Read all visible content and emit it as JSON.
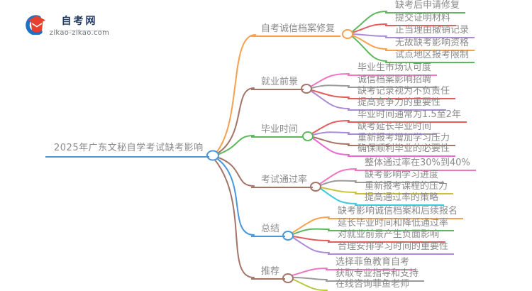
{
  "site": {
    "logo_text": "自考网",
    "logo_domain": "zikao-zikao.com",
    "brand_red": "#e8402f",
    "brand_blue": "#1e71c5",
    "brand_navy": "#21395c"
  },
  "palette": {
    "orange": "#f7a14e",
    "brown": "#a27567",
    "green": "#5cb85c",
    "blue": "#4a97d9",
    "red": "#e45c5c",
    "purple": "#ab8bd6",
    "pink": "#f074c2",
    "magenta": "#e96ad0",
    "gray": "#9b9b9b",
    "cyan": "#3ec9dd",
    "olive": "#c9c23b",
    "yellowgreen": "#b7c93e"
  },
  "mindmap": {
    "central": {
      "label": "2025年广东文秘自学考试缺考影响",
      "color": "blue"
    },
    "branches": [
      {
        "label": "自考诚信档案修复",
        "color": "orange",
        "leaves": [
          {
            "label": "缺考后申请修复",
            "color": "green"
          },
          {
            "label": "提交证明材料",
            "color": "red"
          },
          {
            "label": "正当理由撤销记录",
            "color": "purple"
          },
          {
            "label": "无故缺考影响资格",
            "color": "orange"
          },
          {
            "label": "试点地区报考限制",
            "color": "green"
          }
        ]
      },
      {
        "label": "就业前景",
        "color": "brown",
        "leaves": [
          {
            "label": "毕业生市场认可度",
            "color": "pink"
          },
          {
            "label": "诚信档案影响招聘",
            "color": "gray"
          },
          {
            "label": "缺考记录视为不负责任",
            "color": "red"
          },
          {
            "label": "提高竞争力的重要性",
            "color": "purple"
          }
        ]
      },
      {
        "label": "毕业时间",
        "color": "green",
        "leaves": [
          {
            "label": "毕业时间通常为1.5至2年",
            "color": "red"
          },
          {
            "label": "缺考延长毕业时间",
            "color": "purple"
          },
          {
            "label": "重新报考增加学习压力",
            "color": "brown"
          },
          {
            "label": "确保顺利毕业的必要性",
            "color": "magenta"
          }
        ]
      },
      {
        "label": "考试通过率",
        "color": "brown",
        "leaves": [
          {
            "label": "整体通过率在30%到40%",
            "color": "pink"
          },
          {
            "label": "缺考影响学习进度",
            "color": "gray"
          },
          {
            "label": "重新报考课程的压力",
            "color": "olive"
          },
          {
            "label": "提高通过率的策略",
            "color": "cyan"
          }
        ]
      },
      {
        "label": "总结",
        "color": "blue",
        "leaves": [
          {
            "label": "缺考影响诚信档案和后续报名",
            "color": "orange"
          },
          {
            "label": "延长毕业时间和降低通过率",
            "color": "green"
          },
          {
            "label": "对就业前景产生负面影响",
            "color": "red"
          },
          {
            "label": "合理安排学习时间的重要性",
            "color": "purple"
          }
        ]
      },
      {
        "label": "推荐",
        "color": "brown",
        "leaves": [
          {
            "label": "选择菲鱼教育自考",
            "color": "pink"
          },
          {
            "label": "获取专业指导和支持",
            "color": "gray"
          },
          {
            "label": "在线咨询菲鱼老师",
            "color": "yellowgreen"
          }
        ]
      }
    ]
  }
}
